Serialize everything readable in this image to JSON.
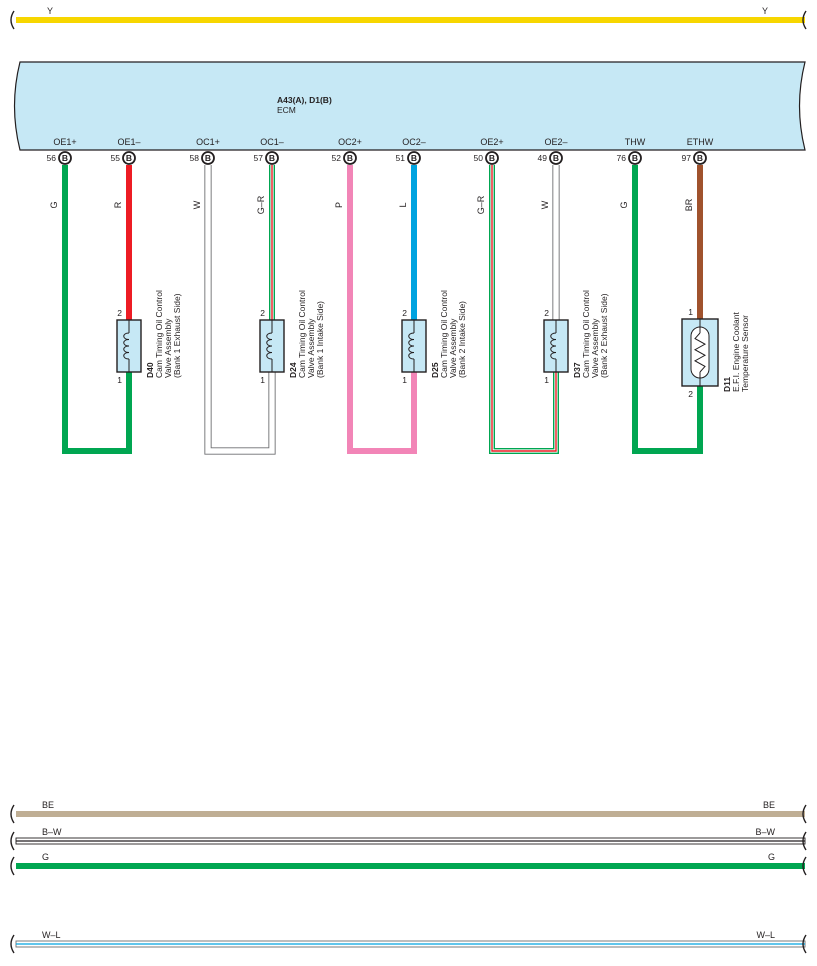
{
  "top_bus": {
    "label_left": "Y",
    "label_right": "Y",
    "color": "#f7d600"
  },
  "ecm": {
    "title": "A43(A), D1(B)",
    "name": "ECM",
    "fill": "#c6e8f5",
    "terminals": [
      {
        "name": "OE1+",
        "pin": "56",
        "conn": "B"
      },
      {
        "name": "OE1–",
        "pin": "55",
        "conn": "B"
      },
      {
        "name": "OC1+",
        "pin": "58",
        "conn": "B"
      },
      {
        "name": "OC1–",
        "pin": "57",
        "conn": "B"
      },
      {
        "name": "OC2+",
        "pin": "52",
        "conn": "B"
      },
      {
        "name": "OC2–",
        "pin": "51",
        "conn": "B"
      },
      {
        "name": "OE2+",
        "pin": "50",
        "conn": "B"
      },
      {
        "name": "OE2–",
        "pin": "49",
        "conn": "B"
      },
      {
        "name": "THW",
        "pin": "76",
        "conn": "B"
      },
      {
        "name": "ETHW",
        "pin": "97",
        "conn": "B"
      }
    ]
  },
  "wires": [
    {
      "code": "G",
      "color": "#00a651"
    },
    {
      "code": "R",
      "color": "#ed1c24"
    },
    {
      "code": "W",
      "color": "#ffffff"
    },
    {
      "code": "G–R",
      "color": "#00a651",
      "stripe": "#ed1c24"
    },
    {
      "code": "P",
      "color": "#f285b7"
    },
    {
      "code": "L",
      "color": "#00a3e0"
    },
    {
      "code": "G–R",
      "color": "#00a651",
      "stripe": "#ed1c24"
    },
    {
      "code": "W",
      "color": "#ffffff"
    },
    {
      "code": "G",
      "color": "#00a651"
    },
    {
      "code": "BR",
      "color": "#a0522d"
    }
  ],
  "components": [
    {
      "id": "D40",
      "lines": [
        "Cam Timing Oil Control",
        "Valve Assembly",
        "(Bank 1 Exhaust Side)"
      ],
      "pin_top": "2",
      "pin_bottom": "1"
    },
    {
      "id": "D24",
      "lines": [
        "Cam Timing Oil Control",
        "Valve Assembly",
        "(Bank 1 Intake Side)"
      ],
      "pin_top": "2",
      "pin_bottom": "1"
    },
    {
      "id": "D25",
      "lines": [
        "Cam Timing Oil Control",
        "Valve Assembly",
        "(Bank 2 Intake Side)"
      ],
      "pin_top": "2",
      "pin_bottom": "1"
    },
    {
      "id": "D37",
      "lines": [
        "Cam Timing Oil Control",
        "Valve Assembly",
        "(Bank 2 Exhaust Side)"
      ],
      "pin_top": "2",
      "pin_bottom": "1"
    },
    {
      "id": "D11",
      "lines": [
        "E.F.I. Engine Coolant",
        "Temperature Sensor"
      ],
      "pin_top": "1",
      "pin_bottom": "2"
    }
  ],
  "bottom_buses": [
    {
      "label_left": "BE",
      "label_right": "BE",
      "color": "#bfae94"
    },
    {
      "label_left": "B–W",
      "label_right": "B–W",
      "color": "#ffffff",
      "stripe": "#231f20"
    },
    {
      "label_left": "G",
      "label_right": "G",
      "color": "#00a651"
    },
    {
      "label_left": "W–L",
      "label_right": "W–L",
      "color": "#ffffff",
      "stripe": "#00a3e0"
    }
  ]
}
